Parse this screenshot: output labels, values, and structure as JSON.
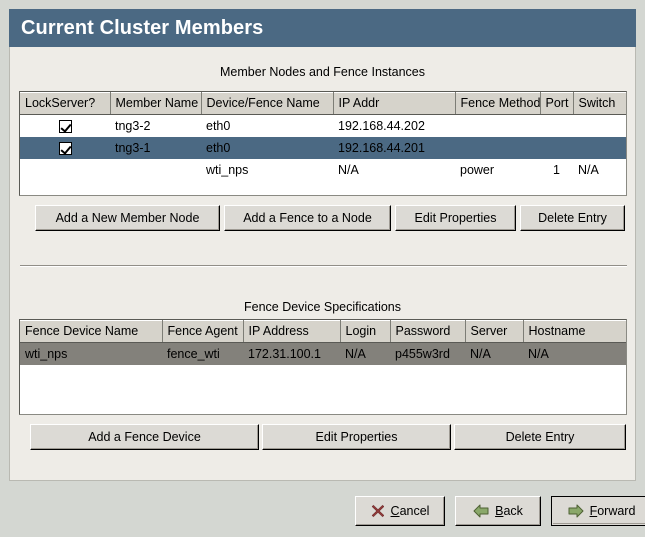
{
  "window": {
    "title": "Current Cluster Members"
  },
  "member_section": {
    "caption": "Member Nodes and Fence Instances",
    "columns": [
      "LockServer?",
      "Member Name",
      "Device/Fence Name",
      "IP Addr",
      "Fence Method",
      "Port",
      "Switch"
    ],
    "rows": [
      {
        "lockserver": "checked",
        "member_name": "tng3-2",
        "device_fence_name": "eth0",
        "ip_addr": "192.168.44.202",
        "fence_method": "",
        "port": "",
        "switch": "",
        "state": "normal"
      },
      {
        "lockserver": "checked",
        "member_name": "tng3-1",
        "device_fence_name": "eth0",
        "ip_addr": "192.168.44.201",
        "fence_method": "",
        "port": "",
        "switch": "",
        "state": "selected"
      },
      {
        "lockserver": "",
        "member_name": "",
        "device_fence_name": "wti_nps",
        "ip_addr": "N/A",
        "fence_method": "power",
        "port": "1",
        "switch": "N/A",
        "state": "normal"
      }
    ],
    "buttons": {
      "add_member": "Add a New Member Node",
      "add_fence": "Add a Fence to a Node",
      "edit_properties": "Edit Properties",
      "delete_entry": "Delete Entry"
    }
  },
  "fence_section": {
    "caption": "Fence Device Specifications",
    "columns": [
      "Fence Device Name",
      "Fence Agent",
      "IP Address",
      "Login",
      "Password",
      "Server",
      "Hostname"
    ],
    "rows": [
      {
        "fence_device_name": "wti_nps",
        "fence_agent": "fence_wti",
        "ip_address": "172.31.100.1",
        "login": "N/A",
        "password": "p455w3rd",
        "server": "N/A",
        "hostname": "N/A",
        "state": "selected"
      }
    ],
    "buttons": {
      "add_fence_device": "Add a Fence Device",
      "edit_properties": "Edit Properties",
      "delete_entry": "Delete Entry"
    }
  },
  "navigation": {
    "cancel": {
      "pre": "",
      "mnemonic": "C",
      "post": "ancel",
      "icon": "close-x-icon"
    },
    "back": {
      "pre": "",
      "mnemonic": "B",
      "post": "ack",
      "icon": "arrow-left-icon"
    },
    "forward": {
      "pre": "",
      "mnemonic": "F",
      "post": "orward",
      "icon": "arrow-right-icon"
    }
  },
  "colors": {
    "titlebar": "#4b6983",
    "selection_focused": "#4b6983",
    "selection_unfocused": "#83817b",
    "panel": "#eeece7",
    "button_face": "#dcdad5",
    "cancel_icon": "#8f3a3a",
    "arrow_icon": "#7a9a5e"
  }
}
